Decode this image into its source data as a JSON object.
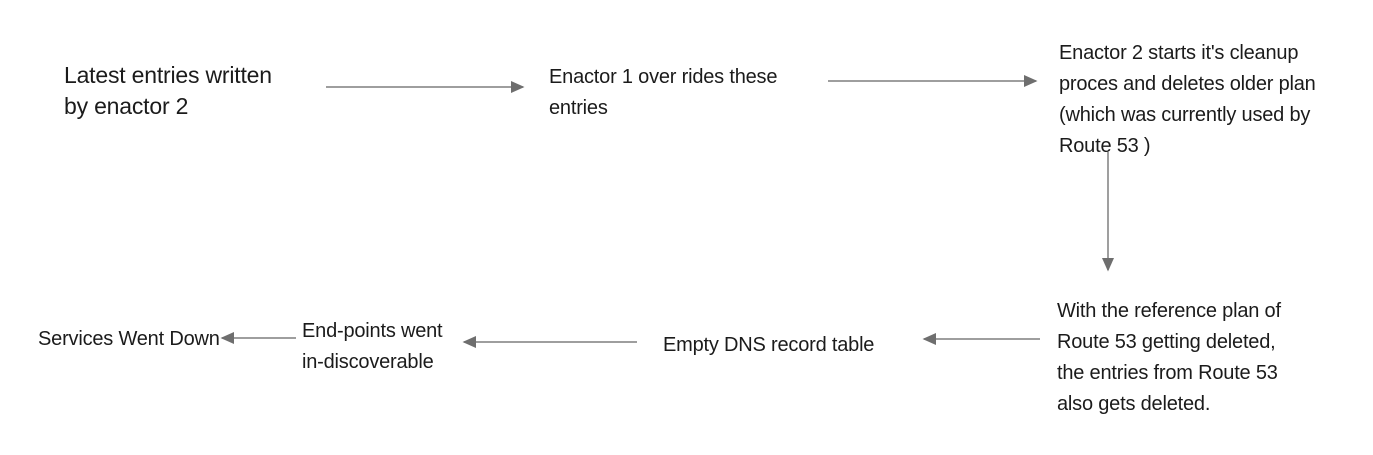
{
  "diagram": {
    "background_color": "#ffffff",
    "text_color": "#1b1b1b",
    "arrow_color": "#7f7f7f",
    "nodes": [
      {
        "id": "latest-entries",
        "text": "Latest entries written\nby enactor 2"
      },
      {
        "id": "enactor1-overrides",
        "text": "Enactor 1 over rides these\nentries"
      },
      {
        "id": "enactor2-cleanup",
        "text": "Enactor 2 starts it's cleanup\nproces and deletes older plan\n(which was currently used by\nRoute 53 )"
      },
      {
        "id": "route53-entries-deleted",
        "text": "With the reference plan of\nRoute 53 getting deleted,\nthe entries from Route 53\nalso gets deleted."
      },
      {
        "id": "empty-dns-table",
        "text": "Empty DNS record table"
      },
      {
        "id": "endpoints-indiscoverable",
        "text": "End-points went\nin-discoverable"
      },
      {
        "id": "services-down",
        "text": "Services Went Down"
      }
    ],
    "edges": [
      {
        "from": "latest-entries",
        "to": "enactor1-overrides"
      },
      {
        "from": "enactor1-overrides",
        "to": "enactor2-cleanup"
      },
      {
        "from": "enactor2-cleanup",
        "to": "route53-entries-deleted"
      },
      {
        "from": "route53-entries-deleted",
        "to": "empty-dns-table"
      },
      {
        "from": "empty-dns-table",
        "to": "endpoints-indiscoverable"
      },
      {
        "from": "endpoints-indiscoverable",
        "to": "services-down"
      }
    ]
  }
}
